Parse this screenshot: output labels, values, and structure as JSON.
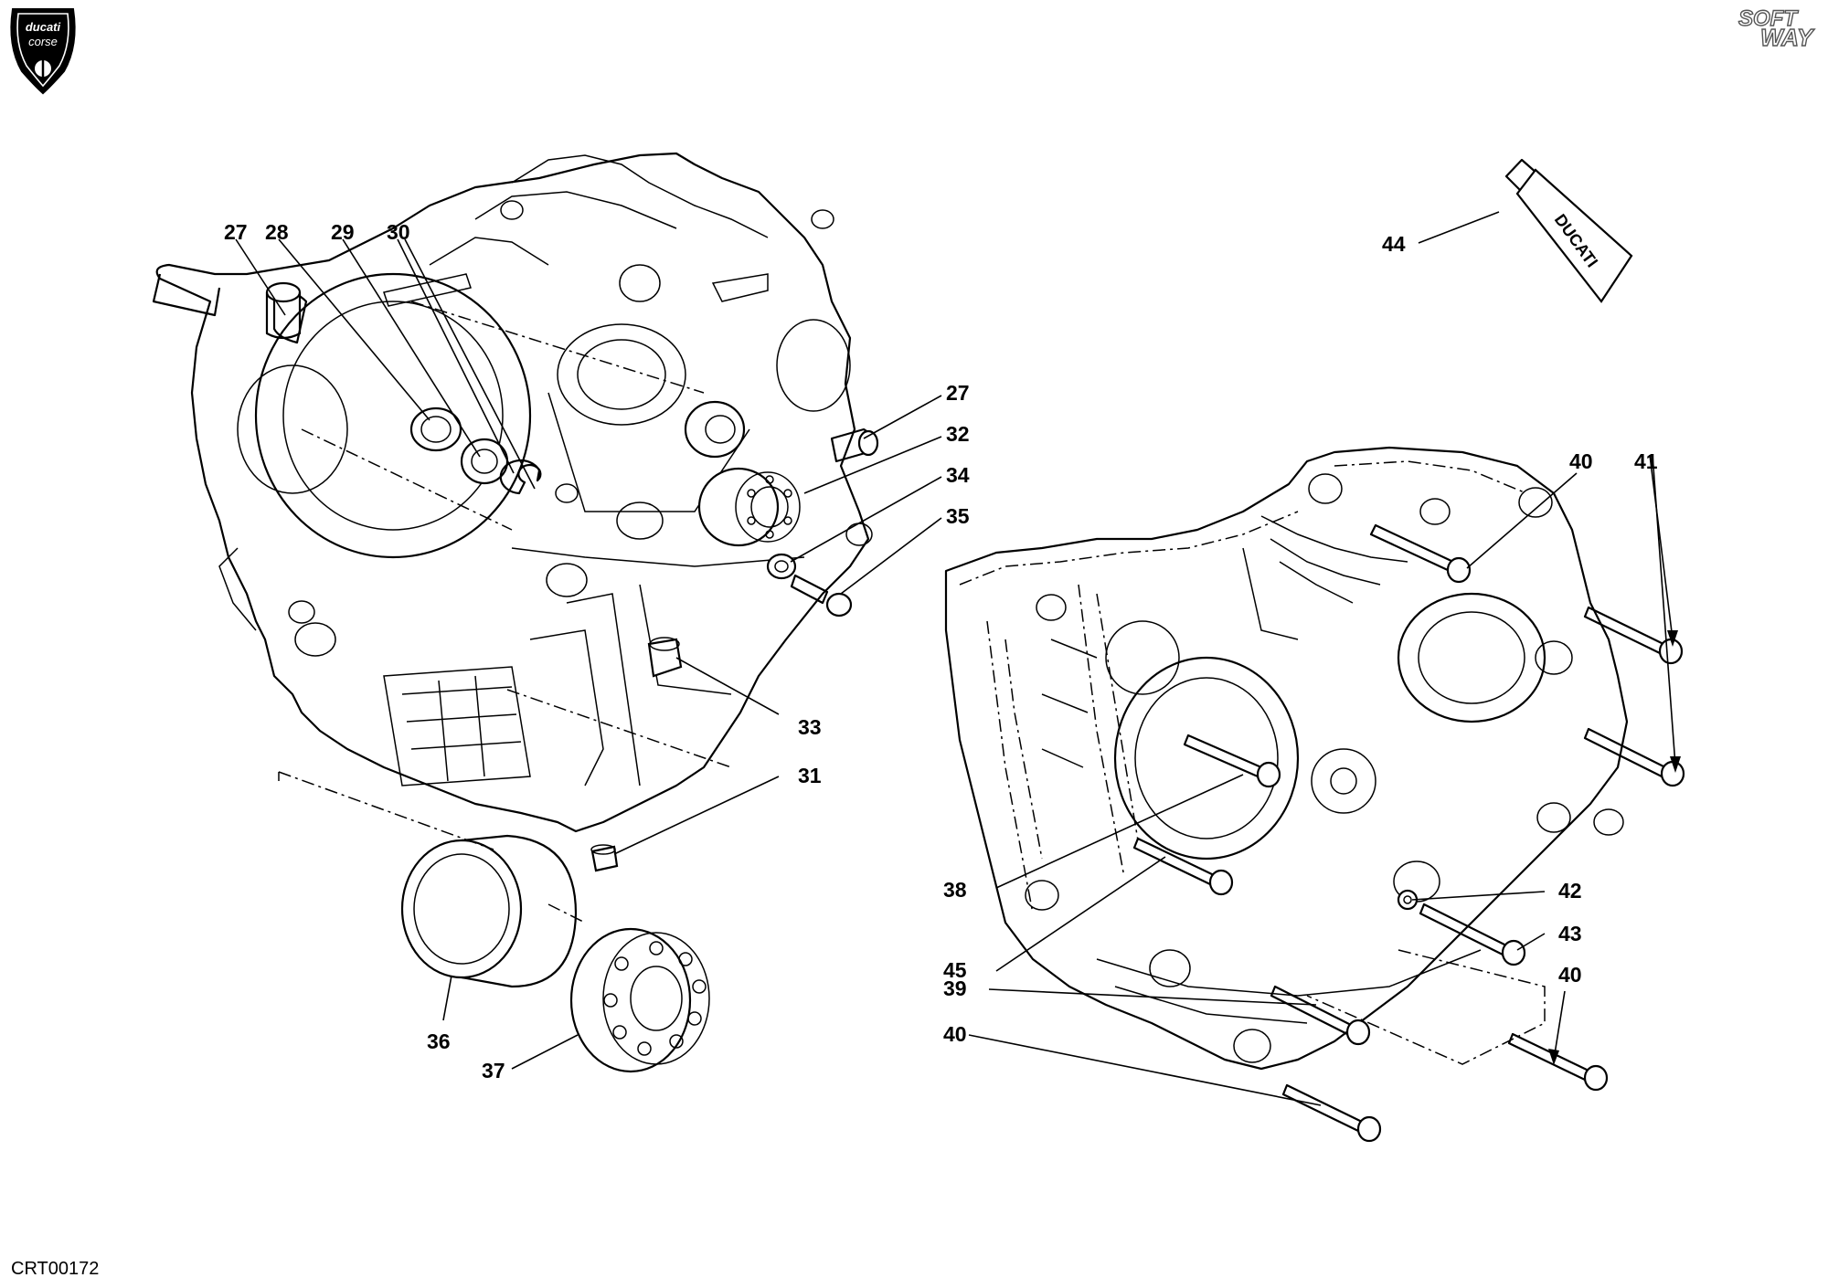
{
  "brand_logo_text": [
    "ducati",
    "corse"
  ],
  "watermark_text": [
    "SOFT",
    "WAY"
  ],
  "drawing_code": "CRT00172",
  "tube_text": "DUCATI",
  "callouts": [
    "27",
    "28",
    "29",
    "30",
    "27",
    "32",
    "34",
    "35",
    "33",
    "31",
    "36",
    "37",
    "44",
    "40",
    "41",
    "38",
    "45",
    "42",
    "43",
    "39",
    "40",
    "40"
  ]
}
